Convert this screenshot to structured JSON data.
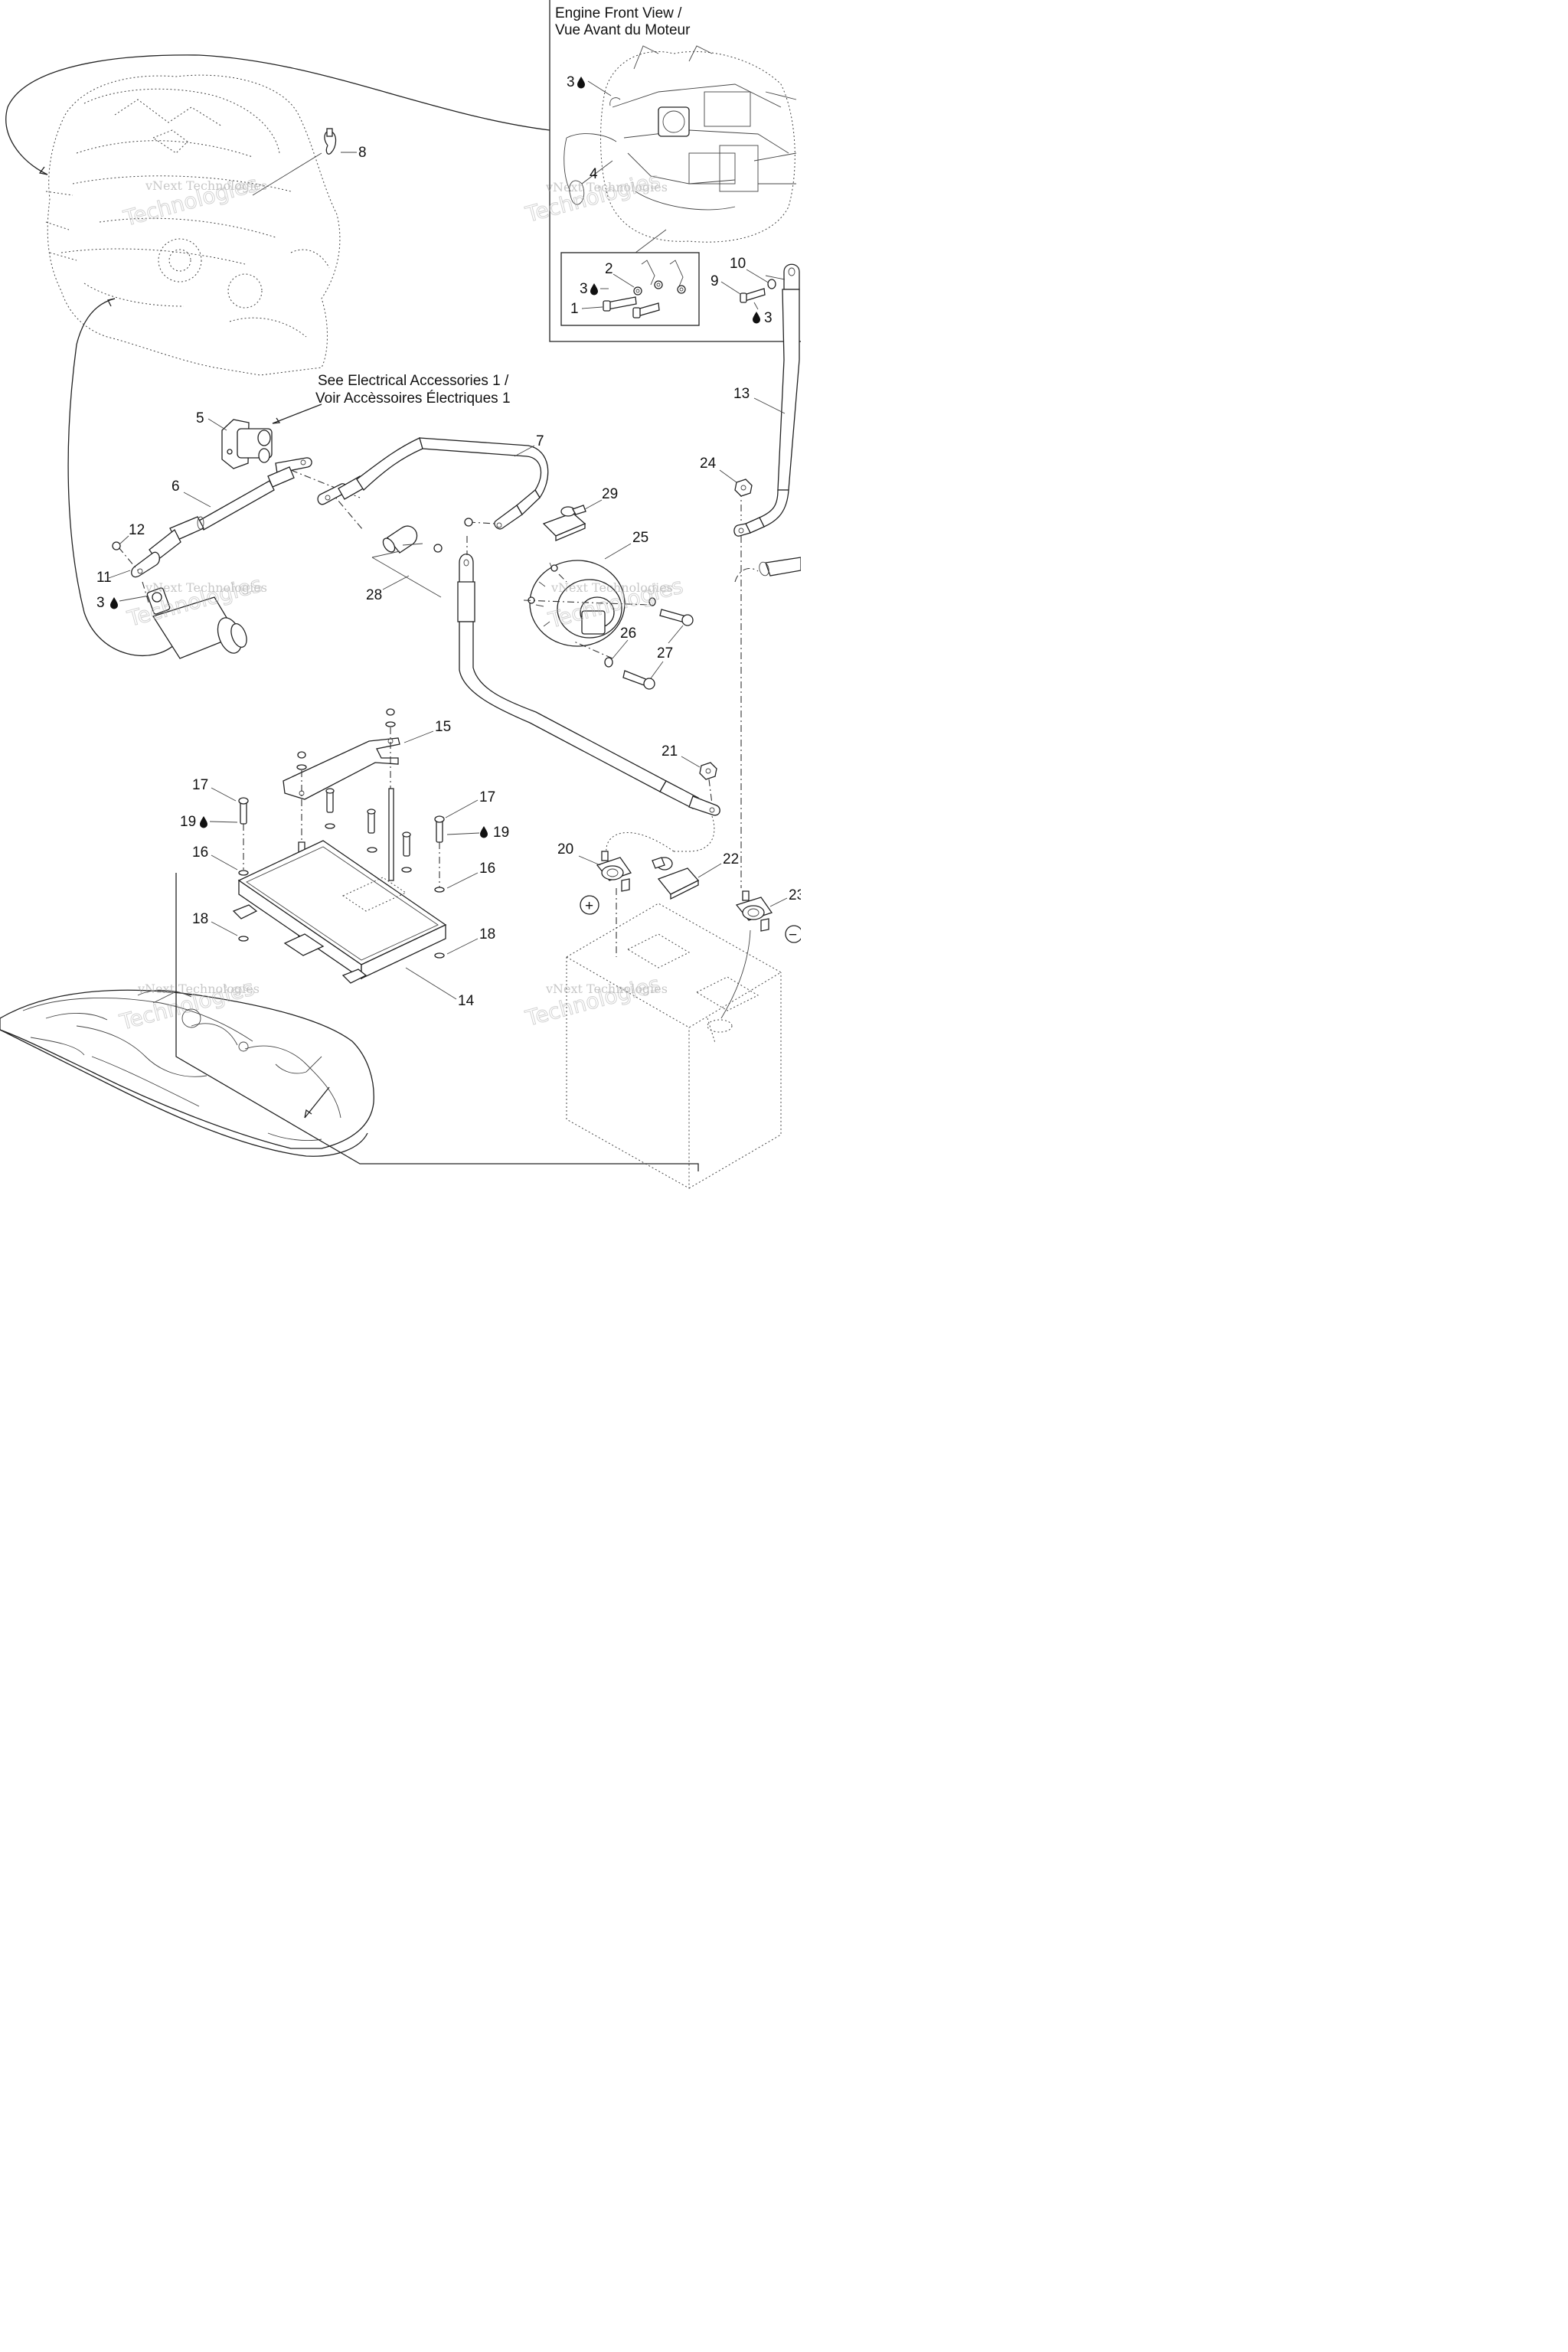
{
  "inset": {
    "title_line1": "Engine Front View /",
    "title_line2": "Vue Avant du Moteur"
  },
  "note": {
    "line1": "See Electrical Accessories 1 /",
    "line2": "Voir Accèssoires Électriques 1"
  },
  "labels": {
    "p1": "1",
    "p2": "2",
    "p3a": "3",
    "p3b": "3",
    "p3c": "3",
    "p4": "4",
    "p5": "5",
    "p6": "6",
    "p7": "7",
    "p8": "8",
    "p9": "9",
    "p10": "10",
    "p11": "11",
    "p12": "12",
    "p13": "13",
    "p14": "14",
    "p15": "15",
    "p16a": "16",
    "p16b": "16",
    "p17a": "17",
    "p17b": "17",
    "p18a": "18",
    "p18b": "18",
    "p19a": "19",
    "p19b": "19",
    "p20": "20",
    "p21": "21",
    "p22": "22",
    "p23": "23",
    "p24": "24",
    "p25": "25",
    "p26": "26",
    "p27": "27",
    "p28": "28",
    "p29": "29"
  },
  "polarity": {
    "plus": "+",
    "minus": "−"
  },
  "watermark": {
    "company": "vNext Technologies",
    "word": "Technologies"
  },
  "icons": {
    "thread_locker": "drop-icon"
  }
}
